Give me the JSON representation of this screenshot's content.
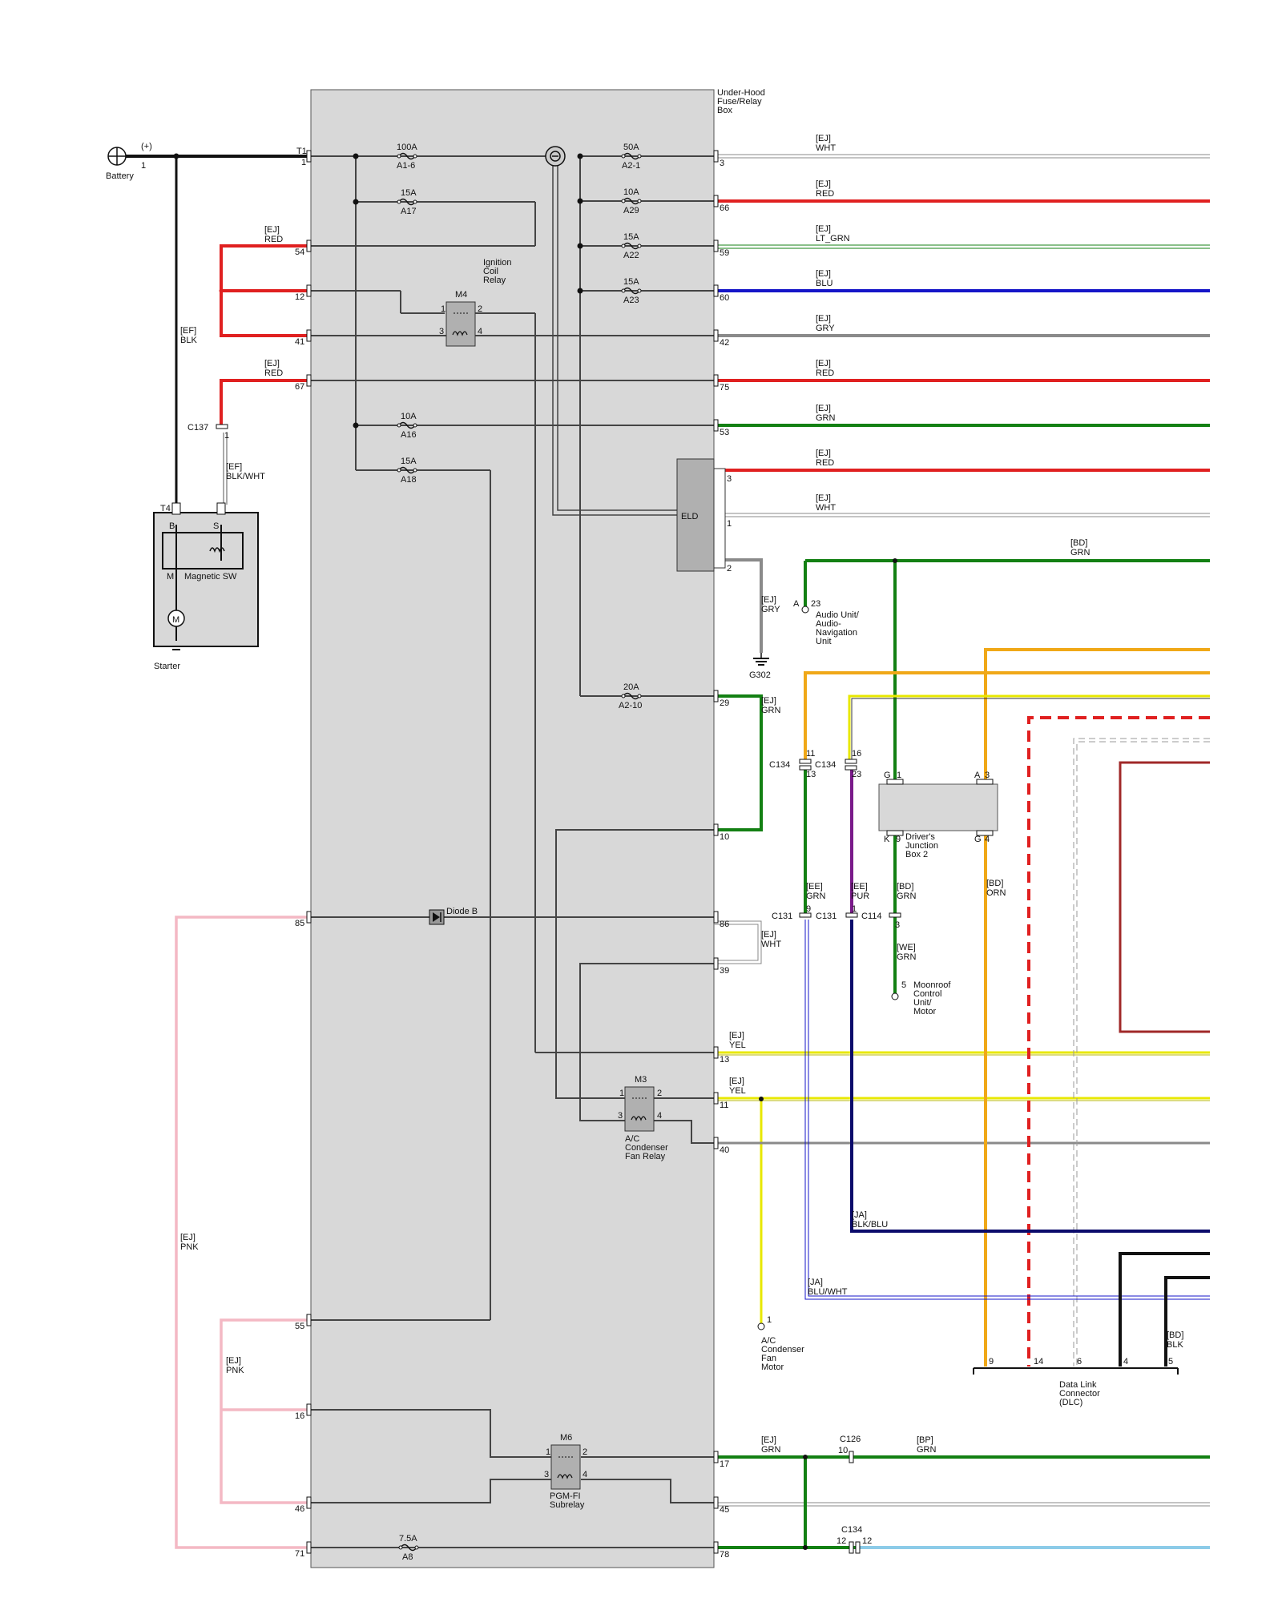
{
  "box": {
    "title": [
      "Under-Hood",
      "Fuse/Relay",
      "Box"
    ],
    "eld": "ELD"
  },
  "battery": {
    "label": "Battery",
    "polarity": "(+)",
    "pin": "1"
  },
  "starter": {
    "label": "Starter",
    "connector": "T4",
    "b_pin": "B",
    "s_pin": "S",
    "m_pin": "M",
    "switch": "Magnetic SW",
    "motor_icon": "M"
  },
  "left_pins": [
    "1",
    "54",
    "12",
    "41",
    "67",
    "85",
    "55",
    "16",
    "46",
    "71"
  ],
  "right_pins": [
    "3",
    "66",
    "59",
    "60",
    "42",
    "75",
    "53",
    "3",
    "1",
    "2",
    "29",
    "10",
    "86",
    "39",
    "13",
    "11",
    "40",
    "17",
    "45",
    "78"
  ],
  "fuses": [
    {
      "amps": "100A",
      "id": "A1-6"
    },
    {
      "amps": "15A",
      "id": "A17"
    },
    {
      "amps": "10A",
      "id": "A16"
    },
    {
      "amps": "15A",
      "id": "A18"
    },
    {
      "amps": "50A",
      "id": "A2-1"
    },
    {
      "amps": "10A",
      "id": "A29"
    },
    {
      "amps": "15A",
      "id": "A22"
    },
    {
      "amps": "15A",
      "id": "A23"
    },
    {
      "amps": "20A",
      "id": "A2-10"
    },
    {
      "amps": "7.5A",
      "id": "A8"
    }
  ],
  "relays": {
    "m4": {
      "id": "M4",
      "name": [
        "Ignition",
        "Coil",
        "Relay"
      ]
    },
    "m3": {
      "id": "M3",
      "name": [
        "A/C",
        "Condenser",
        "Fan Relay"
      ]
    },
    "m6": {
      "id": "M6",
      "name": [
        "PGM-FI",
        "Subrelay"
      ]
    },
    "pins": [
      "1",
      "2",
      "3",
      "4"
    ]
  },
  "diode": "Diode B",
  "wire_labels": [
    [
      "[EJ]",
      "WHT"
    ],
    [
      "[EJ]",
      "RED"
    ],
    [
      "[EJ]",
      "LT_GRN"
    ],
    [
      "[EJ]",
      "BLU"
    ],
    [
      "[EJ]",
      "GRY"
    ],
    [
      "[EJ]",
      "RED"
    ],
    [
      "[EJ]",
      "GRN"
    ],
    [
      "[EJ]",
      "RED"
    ],
    [
      "[EJ]",
      "WHT"
    ],
    [
      "[BD]",
      "GRN"
    ],
    [
      "[EJ]",
      "GRY"
    ],
    [
      "[EJ]",
      "GRN"
    ],
    [
      "[EE]",
      "GRN"
    ],
    [
      "[EE]",
      "PUR"
    ],
    [
      "[BD]",
      "GRN"
    ],
    [
      "[BD]",
      "ORN"
    ],
    [
      "[WE]",
      "GRN"
    ],
    [
      "[EJ]",
      "WHT"
    ],
    [
      "[EJ]",
      "YEL"
    ],
    [
      "[EJ]",
      "YEL"
    ],
    [
      "[JA]",
      "BLK/BLU"
    ],
    [
      "[JA]",
      "BLU/WHT"
    ],
    [
      "[BD]",
      "BLK"
    ],
    [
      "[EJ]",
      "GRN"
    ],
    [
      "[BP]",
      "GRN"
    ],
    [
      "[EF]",
      "BLK"
    ],
    [
      "[EJ]",
      "RED"
    ],
    [
      "[EJ]",
      "RED"
    ],
    [
      "[EF]",
      "BLK/WHT"
    ],
    [
      "[EJ]",
      "PNK"
    ],
    [
      "[EJ]",
      "PNK"
    ]
  ],
  "connectors": {
    "c137": "C137",
    "c137_pin": "1",
    "c134": "C134",
    "c131": "C131",
    "c114": "C114",
    "c126": "C126",
    "c134_a_pins": [
      "11",
      "13"
    ],
    "c134_b_pins": [
      "16",
      "23"
    ],
    "c131_a_pin": "9",
    "c131_b_pin": "1",
    "c114_pin": "3",
    "c126_pin": "10",
    "c134_c_pins": [
      "12",
      "12"
    ],
    "t1": "T1",
    "t1_pin": "1"
  },
  "ground": "G302",
  "components": {
    "audio": {
      "pin_letter": "A",
      "pin": "23",
      "name": [
        "Audio Unit/",
        "Audio-",
        "Navigation",
        "Unit"
      ]
    },
    "djb": {
      "name": [
        "Driver's",
        "Junction",
        "Box 2"
      ],
      "pins": [
        "G",
        "1",
        "A",
        "3",
        "K",
        "9",
        "G",
        "4"
      ]
    },
    "moonroof": {
      "pin": "5",
      "name": [
        "Moonroof",
        "Control",
        "Unit/",
        "Motor"
      ]
    },
    "fan_motor": {
      "pin": "1",
      "name": [
        "A/C",
        "Condenser",
        "Fan",
        "Motor"
      ]
    },
    "dlc": {
      "name": [
        "Data Link",
        "Connector",
        "(DLC)"
      ],
      "pins": [
        "9",
        "14",
        "6",
        "4",
        "5"
      ]
    }
  },
  "colors": {
    "black": "#111111",
    "red": "#e02020",
    "green": "#138013",
    "blue": "#1515c8",
    "gray": "#8a8a8a",
    "yellow": "#e8e800",
    "orange": "#f0a818",
    "purple": "#7a1a8a",
    "pink": "#f4b8c4",
    "navy": "#0b0b6b",
    "brown": "#a02828",
    "lightblue": "#8ccbe8",
    "box_fill": "#d8d8d8"
  }
}
